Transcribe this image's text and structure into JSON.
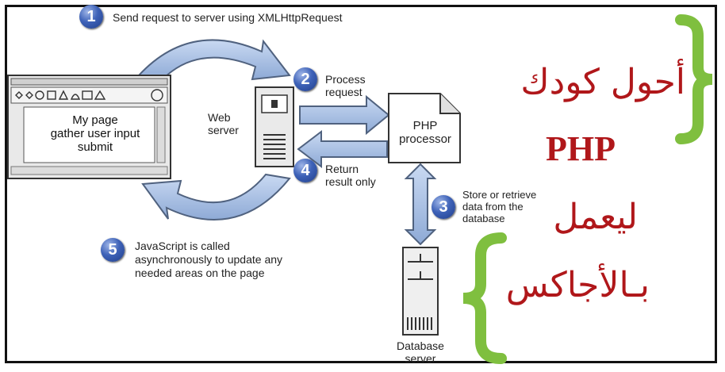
{
  "steps": [
    {
      "num": "1",
      "text": "Send request to server using XMLHttpRequest"
    },
    {
      "num": "2",
      "line1": "Process",
      "line2": "request"
    },
    {
      "num": "3",
      "line1": "Store or retrieve",
      "line2": "data from the",
      "line3": "database"
    },
    {
      "num": "4",
      "line1": "Return",
      "line2": "result only"
    },
    {
      "num": "5",
      "line1": "JavaScript is called",
      "line2": "asynchronously to update any",
      "line3": "needed areas on the page"
    }
  ],
  "browser": {
    "line1": "My page",
    "line2": "gather user input",
    "line3": "submit"
  },
  "web_server": {
    "line1": "Web",
    "line2": "server"
  },
  "php_processor": {
    "line1": "PHP",
    "line2": "processor"
  },
  "database_server": {
    "line1": "Database",
    "line2": "server"
  },
  "overlay": {
    "line1": "أحول كودك",
    "line2": "PHP",
    "line3": "ليعمل",
    "line4": "بـالأجاكس"
  },
  "colors": {
    "arrow_fill": "#a9c1e6",
    "arrow_stroke": "#50627f",
    "brace": "#7fbf3f",
    "overlay_text": "#b0171a",
    "step_badge": "#2f4f9f"
  }
}
